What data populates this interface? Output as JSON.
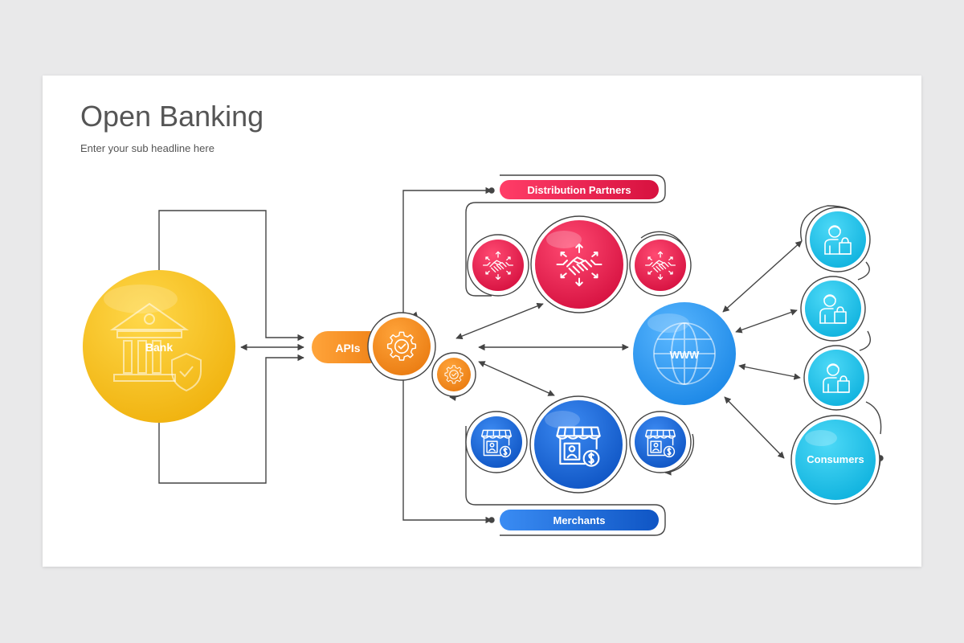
{
  "slide": {
    "title": "Open Banking",
    "subtitle": "Enter your sub headline here"
  },
  "nodes": {
    "bank": "Bank",
    "apis": "APIs",
    "distribution_partners": "Distribution Partners",
    "www": "WWW",
    "merchants": "Merchants",
    "consumers": "Consumers"
  },
  "colors": {
    "bank": "#f7c21c",
    "apis": "#f0861c",
    "distribution": "#e8204f",
    "merchants": "#1f66d6",
    "www": "#2f9bef",
    "consumers": "#1cc1e6",
    "connector": "#444444"
  },
  "icons": {
    "bank": "bank-building-shield-icon",
    "apis": "gear-check-icon",
    "distribution": "handshake-arrows-icon",
    "merchants": "storefront-dollar-icon",
    "www": "globe-icon",
    "consumers": "shopper-icon"
  }
}
